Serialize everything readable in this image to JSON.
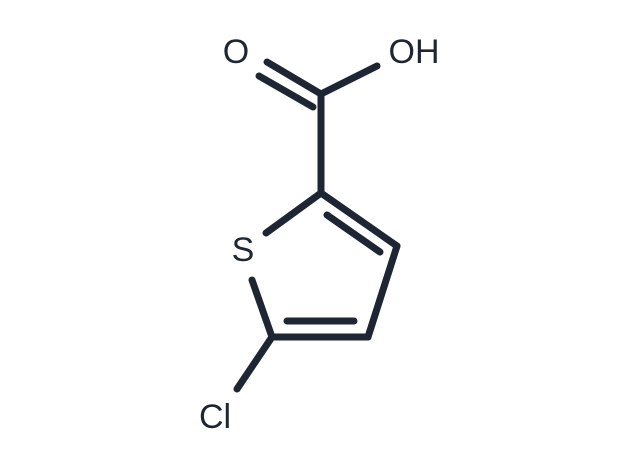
{
  "molecule": {
    "atoms": {
      "oxygen_double": "O",
      "hydroxyl": "OH",
      "sulfur": "S",
      "chlorine": "Cl"
    },
    "bond_color": "#1f2633",
    "background": "#ffffff"
  }
}
